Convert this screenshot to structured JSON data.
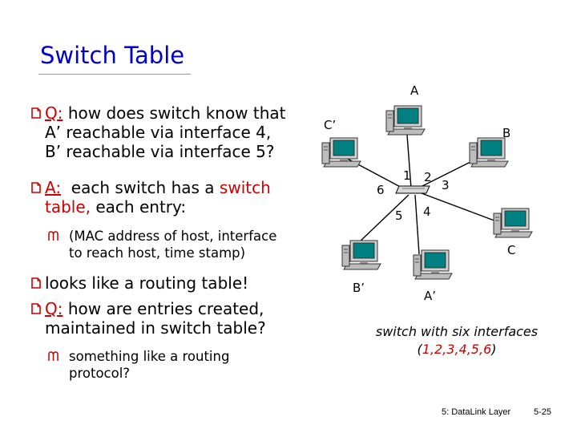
{
  "title": "Switch Table",
  "bullets": {
    "q1_prefix": "Q:",
    "q1_lines": [
      " how does switch know that",
      "A’ reachable via interface 4,",
      "B’ reachable via interface 5?"
    ],
    "a1_prefix": "A:",
    "a1_line1_a": "  each switch has a ",
    "a1_line1_b": "switch",
    "a1_line2_a": "table,",
    "a1_line2_b": " each entry:",
    "sub1_lines": [
      "(MAC address of host, interface",
      "to reach host, time stamp)"
    ],
    "b3": "looks like a routing table!",
    "q2_prefix": "Q:",
    "q2_lines": [
      " how are entries created,",
      "maintained in switch table?"
    ],
    "sub2_lines": [
      "something like a routing",
      "protocol?"
    ]
  },
  "diagram": {
    "hosts": [
      "A",
      "B",
      "C",
      "A’",
      "B’",
      "C’"
    ],
    "interfaces": [
      "1",
      "2",
      "3",
      "4",
      "5",
      "6"
    ],
    "caption_line1": "switch with six interfaces",
    "caption_line2_pre": "(",
    "caption_line2_nums": "1,2,3,4,5,6",
    "caption_line2_post": ")"
  },
  "footer": {
    "course": "5: DataLink Layer",
    "page": "5-25"
  },
  "colors": {
    "title": "#0000cc",
    "accent": "#cc0000",
    "bullet": "#cc0000"
  }
}
